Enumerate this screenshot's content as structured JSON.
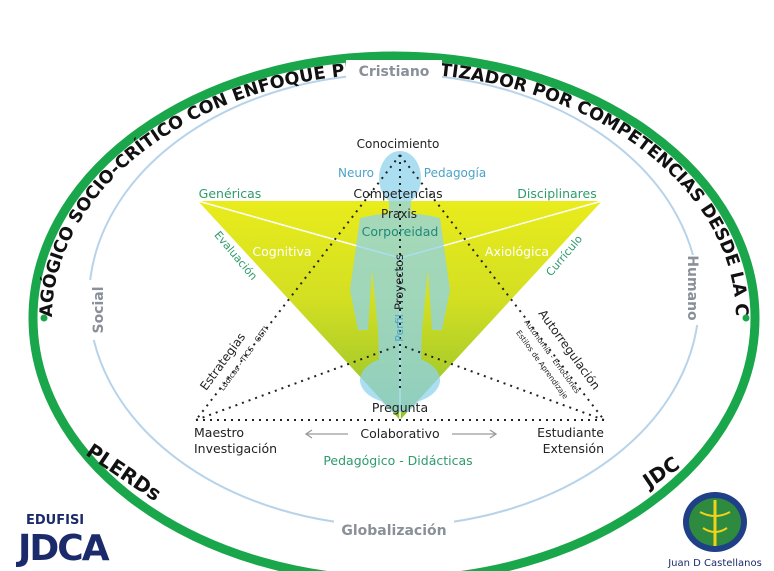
{
  "title_arc": "MODELO PEDAGÓGICO SOCIO-CRÍTICO CON ENFOQUE PROBLEMATIZADOR POR COMPETENCIAS DESDE LA CORPOREIDAD",
  "ring_labels": {
    "top": "Cristiano",
    "left": "Social",
    "right": "Humano",
    "bottom": "Globalización"
  },
  "outer_labels": {
    "left": "PLERDs",
    "right": "JDC"
  },
  "apex_label": "Conocimiento",
  "neuro": "Neuro",
  "pedagogia": "Pedagogía",
  "competencias": "Competencias",
  "genericas": "Genéricas",
  "disciplinares": "Disciplinares",
  "praxis": "Praxis",
  "corporeidad": "Corporeidad",
  "cognitiva": "Cognitiva",
  "axiologica": "Axiológica",
  "evaluacion": "Evaluación",
  "curriculo": "Currículo",
  "proyectos": "Proyectos",
  "perfil": "Perfil",
  "estrategias": "Estrategias",
  "estrategias_sub": "Lúdicas - TICS - GETI",
  "autorregulacion": "Autorregulación",
  "autorregulacion_sub1": "Autonomía - Emociones",
  "autorregulacion_sub2": "Estilos de Aprendizaje",
  "pregunta": "Pregunta",
  "colaborativo": "Colaborativo",
  "maestro": "Maestro",
  "investigacion": "Investigación",
  "estudiante": "Estudiante",
  "extension": "Extensión",
  "pedagogico": "Pedagógico - Didácticas",
  "logo_left": "EDUFISI",
  "logo_left_big": "JDCA",
  "logo_right": "Juan D Castellanos",
  "colors": {
    "ring_green": "#1aa64a",
    "triangle_yellow": "#e6ea1e",
    "triangle_green": "#a9c92a",
    "figure_blue": "#8fd3ec",
    "text_green": "#2e9b6a",
    "text_blue": "#4aa3c8"
  }
}
